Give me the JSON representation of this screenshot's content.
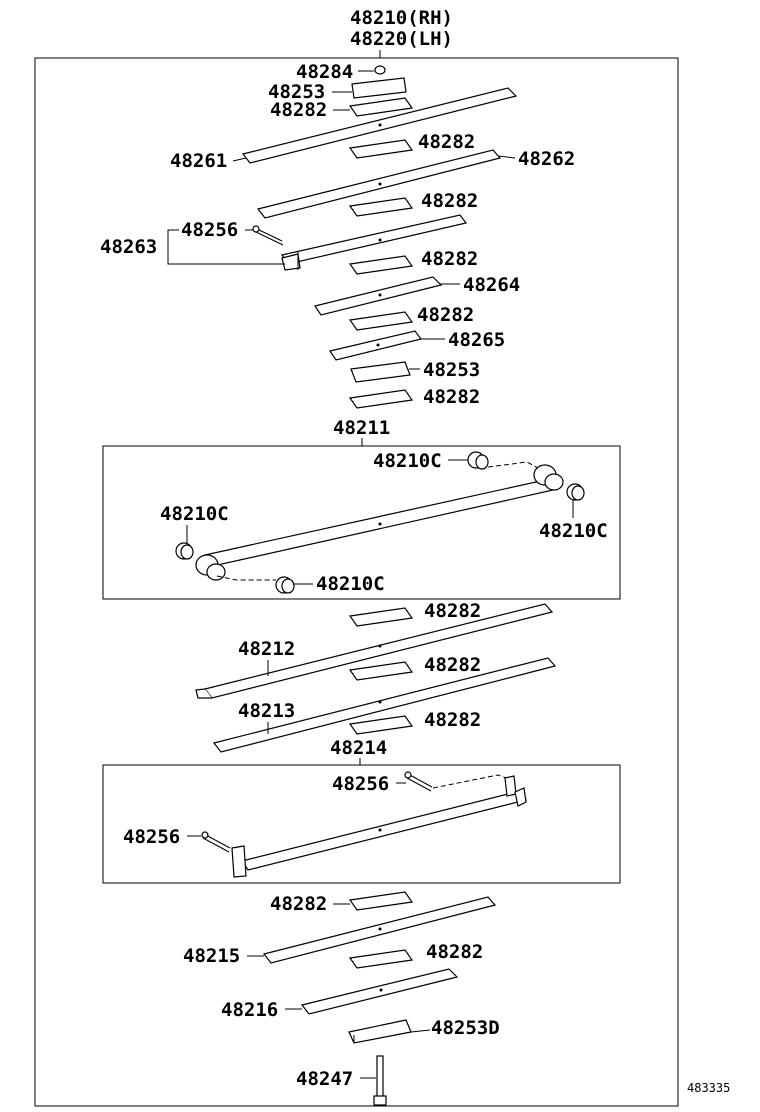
{
  "title_rh": "48210(RH)",
  "title_lh": "48220(LH)",
  "figure_id": "483335",
  "labels": {
    "p48284": "48284",
    "p48253_top": "48253",
    "p48282_a": "48282",
    "p48282_b": "48282",
    "p48261": "48261",
    "p48262": "48262",
    "p48282_c": "48282",
    "p48256_top": "48256",
    "p48263": "48263",
    "p48282_d": "48282",
    "p48264": "48264",
    "p48282_e": "48282",
    "p48265": "48265",
    "p48253_mid": "48253",
    "p48282_f": "48282",
    "p48211": "48211",
    "b1": "48210C",
    "b2": "48210C",
    "b3": "48210C",
    "b4": "48210C",
    "p48282_g": "48282",
    "p48212": "48212",
    "p48282_h": "48282",
    "p48213": "48213",
    "p48282_i": "48282",
    "p48214": "48214",
    "p48256_a": "48256",
    "p48256_b": "48256",
    "p48282_j": "48282",
    "p48215": "48215",
    "p48282_k": "48282",
    "p48216": "48216",
    "p48253d": "48253D",
    "p48247": "48247"
  }
}
